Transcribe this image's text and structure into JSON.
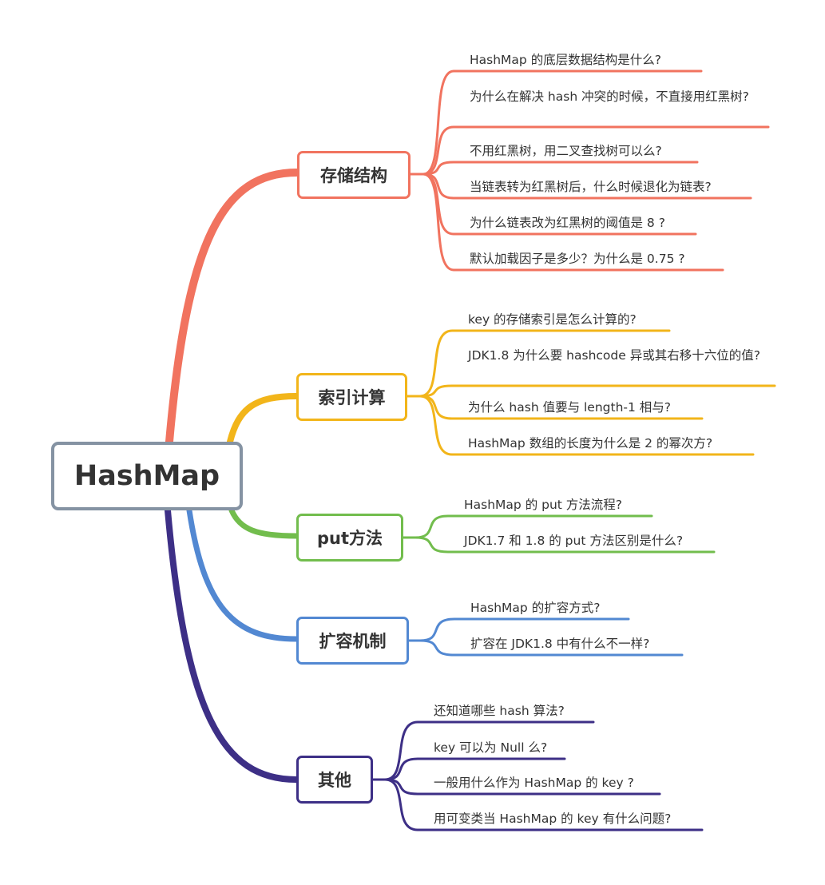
{
  "title": "HashMap",
  "branches": [
    {
      "label": "存储结构",
      "color": "#f1735f",
      "items": [
        "HashMap 的底层数据结构是什么?",
        "为什么在解决 hash 冲突的时候，不直接用红黑树?",
        "不用红黑树，用二叉查找树可以么?",
        "当链表转为红黑树后，什么时候退化为链表?",
        "为什么链表改为红黑树的阈值是 8 ?",
        "默认加载因子是多少？为什么是 0.75 ?"
      ]
    },
    {
      "label": "索引计算",
      "color": "#f2b51a",
      "items": [
        "key 的存储索引是怎么计算的?",
        "JDK1.8 为什么要 hashcode 异或其右移十六位的值?",
        "为什么 hash 值要与 length-1 相与?",
        "HashMap 数组的长度为什么是 2 的幂次方?"
      ]
    },
    {
      "label": "put方法",
      "color": "#72bd4d",
      "items": [
        "HashMap 的 put 方法流程?",
        "JDK1.7 和 1.8 的 put 方法区别是什么?"
      ]
    },
    {
      "label": "扩容机制",
      "color": "#5288d2",
      "items": [
        "HashMap 的扩容方式?",
        "扩容在 JDK1.8 中有什么不一样?"
      ]
    },
    {
      "label": "其他",
      "color": "#3d2f86",
      "items": [
        "还知道哪些 hash 算法?",
        "key 可以为 Null 么?",
        "一般用什么作为 HashMap 的 key ?",
        "用可变类当 HashMap 的 key 有什么问题?"
      ]
    }
  ]
}
